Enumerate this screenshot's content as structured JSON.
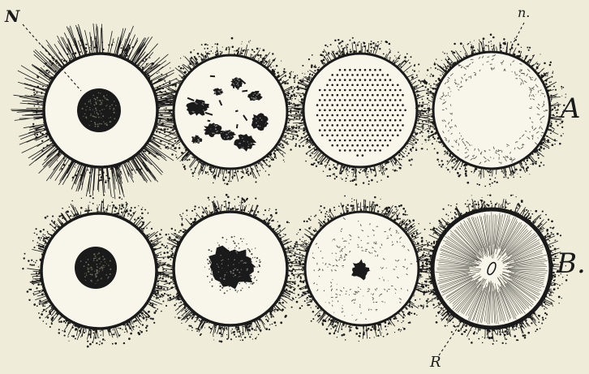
{
  "labels": {
    "nucleus": "N",
    "nucleus_small": "n.",
    "row_a": "A",
    "row_b": "B.",
    "radiation": "R"
  },
  "rows": [
    {
      "name": "A",
      "cells": [
        "dense-nucleus",
        "dispersed-chromatin",
        "dotted-field",
        "peripheral-network"
      ]
    },
    {
      "name": "B",
      "cells": [
        "dense-nucleus",
        "irregular-nucleus",
        "central-body-granular",
        "radiate-striations"
      ]
    }
  ],
  "colors": {
    "paper": "#efecd9",
    "ink": "#1a1a1a",
    "cell": "#f8f6ea"
  }
}
